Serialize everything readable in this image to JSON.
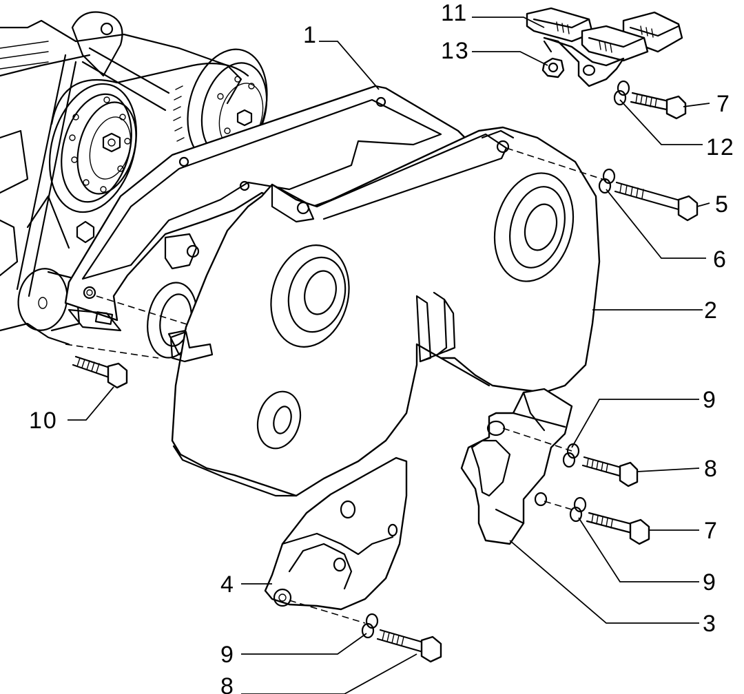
{
  "diagram": {
    "callouts": [
      {
        "id": "c1",
        "label": "1"
      },
      {
        "id": "c2",
        "label": "2"
      },
      {
        "id": "c3",
        "label": "3"
      },
      {
        "id": "c4",
        "label": "4"
      },
      {
        "id": "c5",
        "label": "5"
      },
      {
        "id": "c6",
        "label": "6"
      },
      {
        "id": "c7a",
        "label": "7"
      },
      {
        "id": "c7b",
        "label": "7"
      },
      {
        "id": "c8a",
        "label": "8"
      },
      {
        "id": "c8b",
        "label": "8"
      },
      {
        "id": "c9a",
        "label": "9"
      },
      {
        "id": "c9b",
        "label": "9"
      },
      {
        "id": "c9c",
        "label": "9"
      },
      {
        "id": "c10",
        "label": "10"
      },
      {
        "id": "c11",
        "label": "11"
      },
      {
        "id": "c12",
        "label": "12"
      },
      {
        "id": "c13",
        "label": "13"
      }
    ]
  }
}
